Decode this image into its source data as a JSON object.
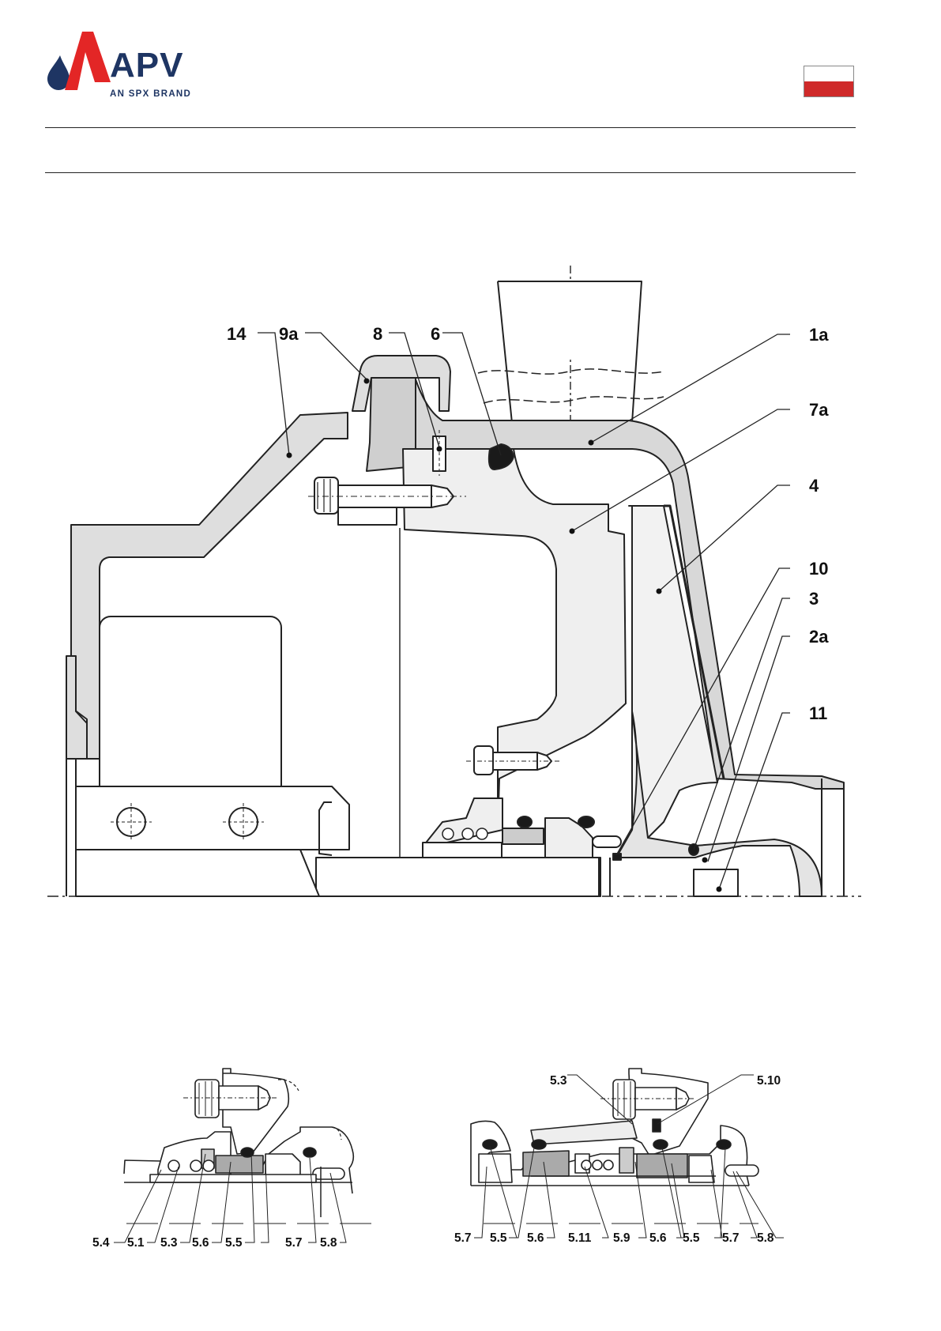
{
  "header": {
    "brand": "APV",
    "brand_tagline": "AN SPX BRAND",
    "flag": {
      "top_color": "#ffffff",
      "bottom_color": "#cf2a2a"
    },
    "accent_color": "#1e3563",
    "logo_color": "#e32626"
  },
  "main_diagram": {
    "labels": {
      "l14": "14",
      "l9a": "9a",
      "l8": "8",
      "l6": "6",
      "l1a": "1a",
      "l7a": "7a",
      "l4": "4",
      "l10": "10",
      "l3": "3",
      "l2a": "2a",
      "l11": "11"
    }
  },
  "detail_left": {
    "labels": {
      "a": "5.4",
      "b": "5.1",
      "c": "5.3",
      "d": "5.6",
      "e": "5.5",
      "f": "5.7",
      "g": "5.8"
    }
  },
  "detail_right": {
    "labels": {
      "top1": "5.3",
      "top2": "5.10",
      "a": "5.7",
      "b": "5.5",
      "c": "5.6",
      "d": "5.11",
      "e": "5.9",
      "f": "5.6",
      "g": "5.5",
      "h": "5.7",
      "i": "5.8"
    }
  }
}
